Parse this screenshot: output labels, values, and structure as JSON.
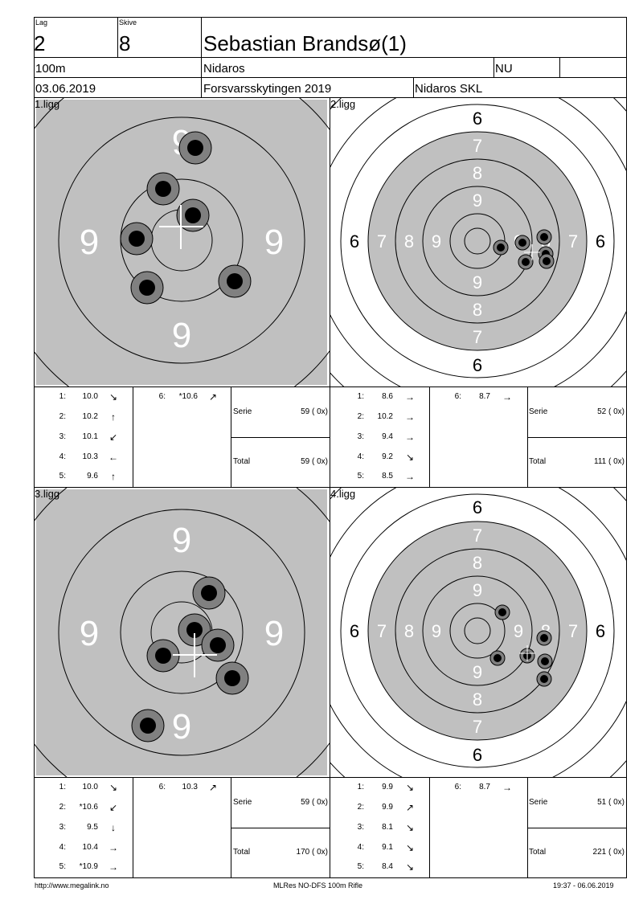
{
  "header": {
    "lag_label": "Lag",
    "lag_value": "2",
    "skive_label": "Skive",
    "skive_value": "8",
    "name": "Sebastian Brandsø(1)",
    "distance": "100m",
    "club": "Nidaros",
    "class": "NU",
    "date": "03.06.2019",
    "event": "Forsvarsskytingen 2019",
    "organizer": "Nidaros SKL"
  },
  "panels": [
    {
      "label": "1.ligg",
      "type": "zoom",
      "ring_labels": [
        "9",
        "9",
        "9",
        "9"
      ],
      "shots": [
        {
          "n": "1:",
          "v": "10.0",
          "a": "↘"
        },
        {
          "n": "2:",
          "v": "10.2",
          "a": "↑"
        },
        {
          "n": "3:",
          "v": "10.1",
          "a": "↙"
        },
        {
          "n": "4:",
          "v": "10.3",
          "a": "←"
        },
        {
          "n": "5:",
          "v": "9.6",
          "a": "↑"
        }
      ],
      "shot6": {
        "n": "6:",
        "v": "*10.6",
        "a": "↗"
      },
      "serie_label": "Serie",
      "serie_value": "59 ( 0x)",
      "total_label": "Total",
      "total_value": "59 ( 0x)"
    },
    {
      "label": "2.ligg",
      "type": "full",
      "ring_labels": [
        "6",
        "7",
        "8",
        "9",
        "6",
        "7",
        "8",
        "9",
        "6",
        "7",
        "8",
        "9",
        "6",
        "7",
        "8",
        "9"
      ],
      "shots": [
        {
          "n": "1:",
          "v": "8.6",
          "a": "→"
        },
        {
          "n": "2:",
          "v": "10.2",
          "a": "→"
        },
        {
          "n": "3:",
          "v": "9.4",
          "a": "→"
        },
        {
          "n": "4:",
          "v": "9.2",
          "a": "↘"
        },
        {
          "n": "5:",
          "v": "8.5",
          "a": "→"
        }
      ],
      "shot6": {
        "n": "6:",
        "v": "8.7",
        "a": "→"
      },
      "serie_label": "Serie",
      "serie_value": "52 ( 0x)",
      "total_label": "Total",
      "total_value": "111 ( 0x)"
    },
    {
      "label": "3.ligg",
      "type": "zoom",
      "ring_labels": [
        "9",
        "9",
        "9",
        "9"
      ],
      "shots": [
        {
          "n": "1:",
          "v": "10.0",
          "a": "↘"
        },
        {
          "n": "2:",
          "v": "*10.6",
          "a": "↙"
        },
        {
          "n": "3:",
          "v": "9.5",
          "a": "↓"
        },
        {
          "n": "4:",
          "v": "10.4",
          "a": "→"
        },
        {
          "n": "5:",
          "v": "*10.9",
          "a": "→"
        }
      ],
      "shot6": {
        "n": "6:",
        "v": "10.3",
        "a": "↗"
      },
      "serie_label": "Serie",
      "serie_value": "59 ( 0x)",
      "total_label": "Total",
      "total_value": "170 ( 0x)"
    },
    {
      "label": "4.ligg",
      "type": "full",
      "ring_labels": [
        "6",
        "7",
        "8",
        "9",
        "6",
        "7",
        "8",
        "9",
        "6",
        "7",
        "8",
        "9",
        "6",
        "7",
        "8",
        "9"
      ],
      "shots": [
        {
          "n": "1:",
          "v": "9.9",
          "a": "↘"
        },
        {
          "n": "2:",
          "v": "9.9",
          "a": "↗"
        },
        {
          "n": "3:",
          "v": "8.1",
          "a": "↘"
        },
        {
          "n": "4:",
          "v": "9.1",
          "a": "↘"
        },
        {
          "n": "5:",
          "v": "8.4",
          "a": "↘"
        }
      ],
      "shot6": {
        "n": "6:",
        "v": "8.7",
        "a": "→"
      },
      "serie_label": "Serie",
      "serie_value": "51 ( 0x)",
      "total_label": "Total",
      "total_value": "221 ( 0x)"
    }
  ],
  "footer": {
    "url": "http://www.megalink.no",
    "software": "MLRes NO-DFS 100m Rifle",
    "timestamp": "19:37 - 06.06.2019"
  },
  "colors": {
    "target_gray": "#c0c0c0",
    "shot_gray": "#808080",
    "ink": "#000000",
    "paper": "#ffffff"
  }
}
